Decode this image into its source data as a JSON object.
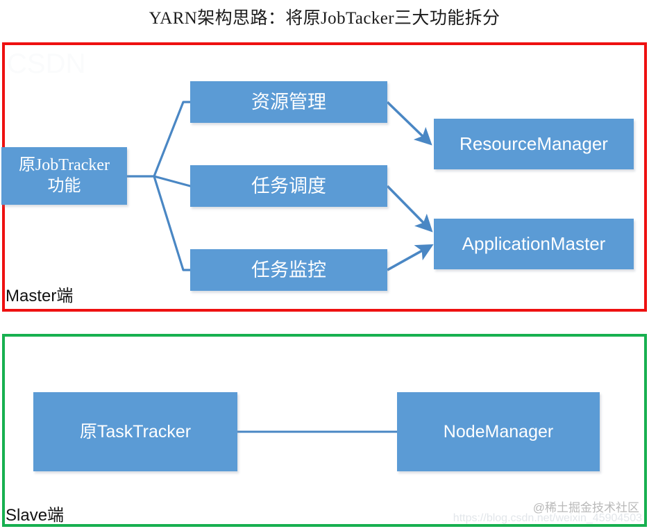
{
  "page": {
    "title": "YARN架构思路：将原JobTacker三大功能拆分"
  },
  "colors": {
    "box_fill": "#5B9BD5",
    "box_text": "#FFFFFF",
    "connector": "#4A87C4",
    "master_border": "#EE1111",
    "slave_border": "#17B050",
    "background": "#FFFFFF",
    "title_text": "#1B1B1B"
  },
  "master_section": {
    "label": "Master端",
    "border_color": "#EE1111",
    "source_box": {
      "line1": "原JobTracker",
      "line2": "功能"
    },
    "split_boxes": [
      {
        "label": "资源管理"
      },
      {
        "label": "任务调度"
      },
      {
        "label": "任务监控"
      }
    ],
    "target_boxes": [
      {
        "label": "ResourceManager"
      },
      {
        "label": "ApplicationMaster"
      }
    ],
    "connections": [
      {
        "from": "原JobTracker功能",
        "to": "资源管理",
        "kind": "branch"
      },
      {
        "from": "原JobTracker功能",
        "to": "任务调度",
        "kind": "branch"
      },
      {
        "from": "原JobTracker功能",
        "to": "任务监控",
        "kind": "branch"
      },
      {
        "from": "资源管理",
        "to": "ResourceManager",
        "kind": "arrow"
      },
      {
        "from": "任务调度",
        "to": "ApplicationMaster",
        "kind": "arrow"
      },
      {
        "from": "任务监控",
        "to": "ApplicationMaster",
        "kind": "arrow"
      }
    ]
  },
  "slave_section": {
    "label": "Slave端",
    "border_color": "#17B050",
    "boxes": [
      {
        "label": "原TaskTracker"
      },
      {
        "label": "NodeManager"
      }
    ],
    "connections": [
      {
        "from": "原TaskTracker",
        "to": "NodeManager",
        "kind": "line"
      }
    ]
  },
  "watermarks": {
    "brand": "@稀土掘金技术社区",
    "url": "https://blog.csdn.net/weixin_45904503",
    "faint": "CSDN"
  }
}
